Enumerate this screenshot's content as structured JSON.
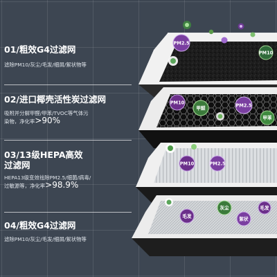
{
  "layers": [
    {
      "title": "01/粗效G4过滤网",
      "desc": "滤除PM10/灰尘/毛发/细屑/絮状物等"
    },
    {
      "title": "02/进口椰壳活性炭过滤网",
      "desc_lines": [
        "吸附并分解甲醛/甲苯/TVOC等气体污",
        "染物，净化率"
      ],
      "rate": ">90%"
    },
    {
      "title_lines": [
        "03/13级HEPA高效",
        "过滤网"
      ],
      "desc_lines": [
        "HEPA13级变效祛除PM2.5/细菌/病毒/",
        "过敏源等，净化率"
      ],
      "rate": ">98.9%"
    },
    {
      "title": "04/粗效G4过滤网",
      "desc": "滤除PM10/灰尘/毛发/细屑/絮状物等"
    }
  ],
  "bubbles": {
    "layer1": [
      "PM2.5",
      "PM10"
    ],
    "layer2": [
      "PM10",
      "甲醛",
      "PM2.5",
      "甲苯"
    ],
    "layer3": [
      "PM10",
      "PM2.5"
    ],
    "layer4": [
      "毛发",
      "灰尘",
      "絮状",
      "毛发"
    ]
  },
  "colors": {
    "background": "#3d4652",
    "carbon": "#1c1c1c",
    "frame": "#e9e9e9",
    "hepa": "#d8dbde",
    "bubble_purple": "#7a3fa0",
    "bubble_green": "#4a8a3a"
  }
}
